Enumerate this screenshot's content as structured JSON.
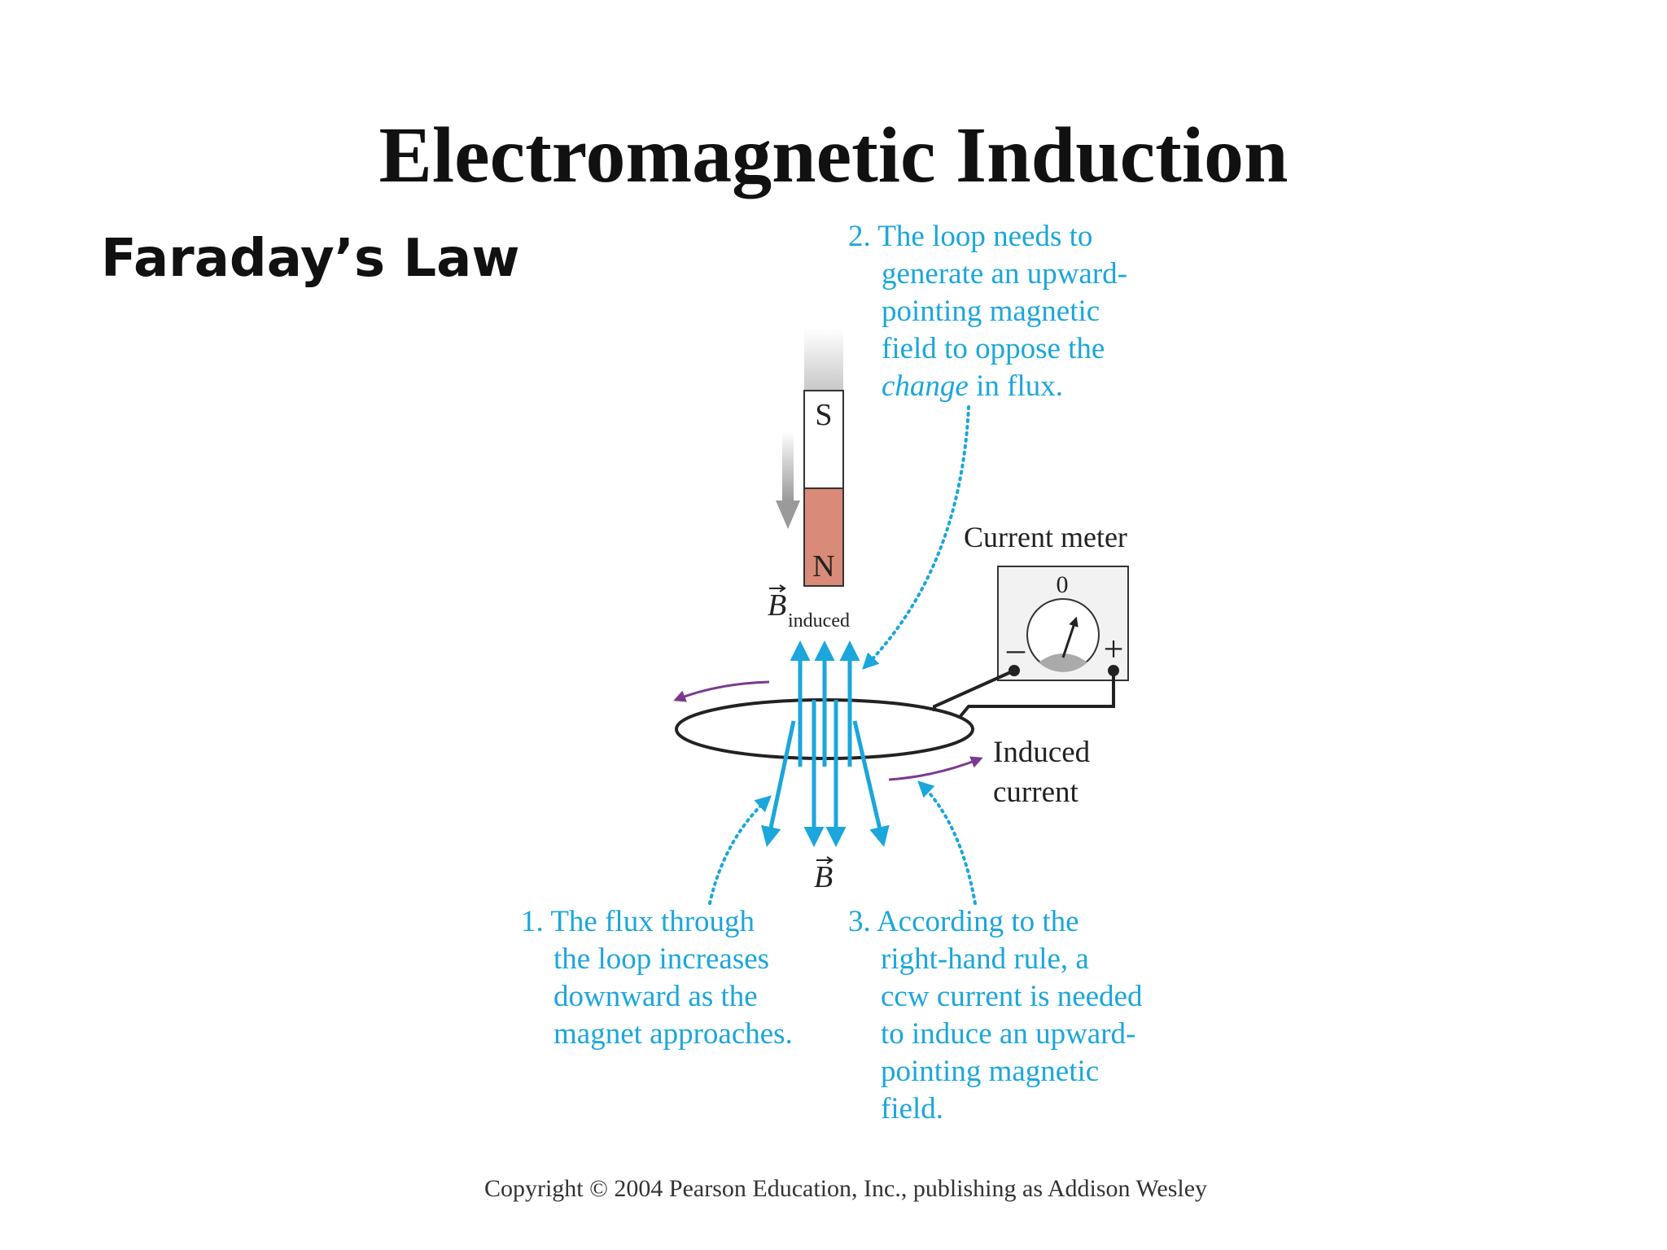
{
  "slide": {
    "title": "Electromagnetic Induction",
    "subtitle": "Faraday’s Law",
    "copyright": "Copyright © 2004 Pearson Education, Inc., publishing as Addison Wesley"
  },
  "diagram": {
    "magnet": {
      "south_label": "S",
      "north_label": "N"
    },
    "meter": {
      "label": "Current meter",
      "zero": "0",
      "minus": "–",
      "plus": "+"
    },
    "vectors": {
      "b_induced_symbol": "B",
      "b_induced_subscript": "induced",
      "b_symbol": "B"
    },
    "induced_current_label": [
      "Induced",
      "current"
    ],
    "caption_1": [
      "1. The flux through",
      "the loop increases",
      "downward as the",
      "magnet approaches."
    ],
    "caption_2_lines": [
      "2. The loop needs to",
      "generate an upward-",
      "pointing magnetic",
      "field to oppose the"
    ],
    "caption_2_last_italic": "change",
    "caption_2_last_rest": " in flux.",
    "caption_3": [
      "3. According to the",
      "right-hand rule, a",
      "ccw current is needed",
      "to induce an upward-",
      "pointing magnetic",
      "field."
    ],
    "colors": {
      "blue": "#1ba6dc",
      "purple": "#7b3a8e",
      "magnet_north": "#d98a78",
      "meter_face": "#f2f2f2"
    }
  }
}
